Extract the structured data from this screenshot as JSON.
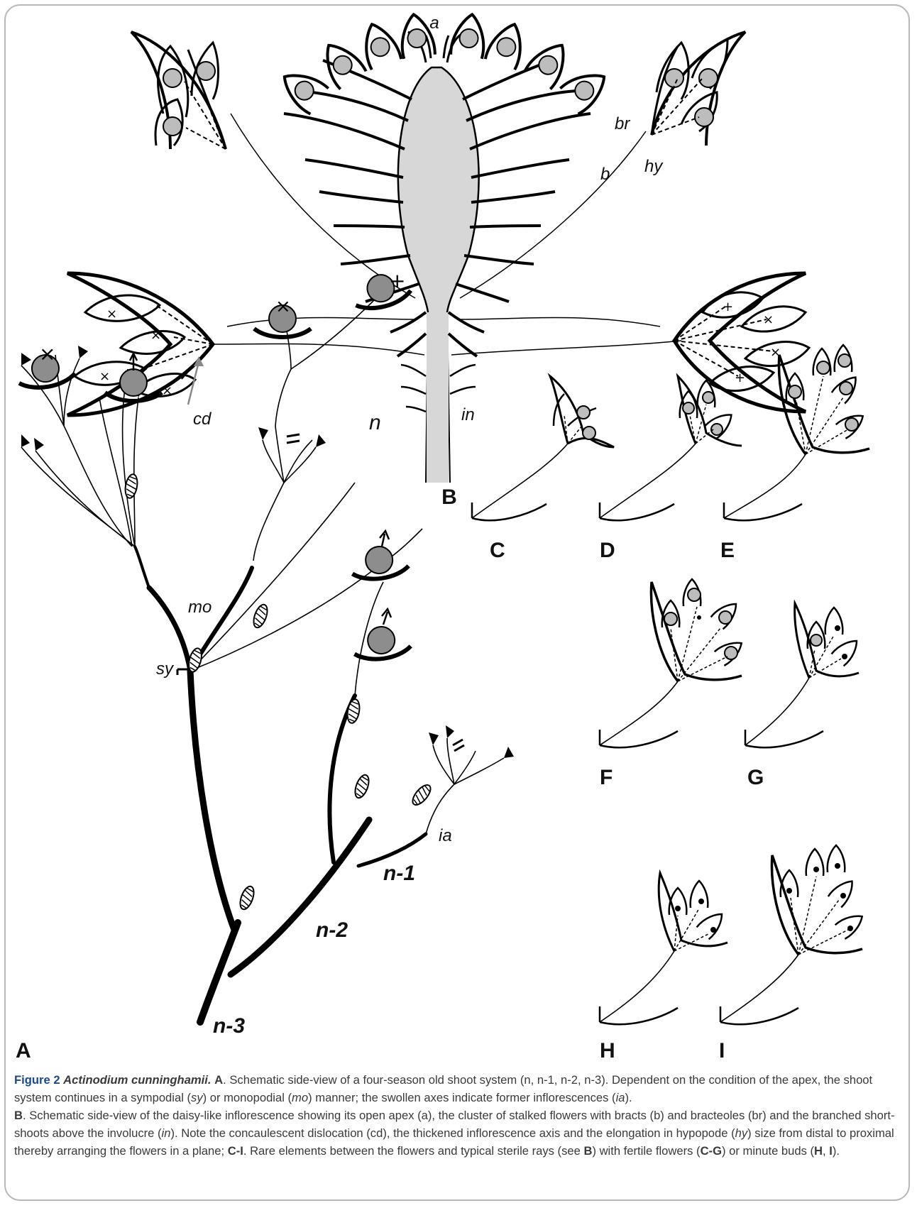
{
  "figure": {
    "panel_labels": {
      "A": "A",
      "B": "B",
      "C": "C",
      "D": "D",
      "E": "E",
      "F": "F",
      "G": "G",
      "H": "H",
      "I": "I"
    },
    "panel_b_labels": {
      "a": "a",
      "br": "br",
      "b": "b",
      "hy": "hy",
      "cd": "cd",
      "in": "in"
    },
    "panel_a_labels": {
      "n": "n",
      "n1": "n-1",
      "n2": "n-2",
      "n3": "n-3",
      "mo": "mo",
      "sy": "sy",
      "ia": "ia"
    }
  },
  "caption": {
    "figure_number": "Figure 2",
    "species": "Actinodium cunninghamii.",
    "a_label": "A",
    "a_text_1": ". Schematic side-view of a four-season old shoot system (n, n-1, n-2, n-3). Dependent on the condition of the apex, the shoot system continues in a sympodial (",
    "sy": "sy",
    "a_text_2": ") or monopodial (",
    "mo": "mo",
    "a_text_3": ") manner; the swollen axes indicate former inflorescences (",
    "ia": "ia",
    "a_text_4": ").",
    "b_label": "B",
    "b_text_1": ". Schematic side-view of the daisy-like inflorescence showing its open apex (a), the cluster of stalked flowers with bracts (b) and bracteoles (br) and the branched short-shoots above the involucre (",
    "in": "in",
    "b_text_2": "). Note the concaulescent dislocation (cd), the thickened inflorescence axis and the elongation in hypopode (",
    "hy": "hy",
    "b_text_3": ") size from distal to proximal thereby arranging the flowers in a plane; ",
    "ci_label": "C-I",
    "ci_text_1": ". Rare elements between the flowers and typical sterile rays (see ",
    "see_b": "B",
    "ci_text_2": ") with fertile flowers (",
    "cg": "C-G",
    "ci_text_3": ") or minute buds (",
    "h": "H",
    "comma": ", ",
    "i": "I",
    "ci_text_4": ")."
  }
}
